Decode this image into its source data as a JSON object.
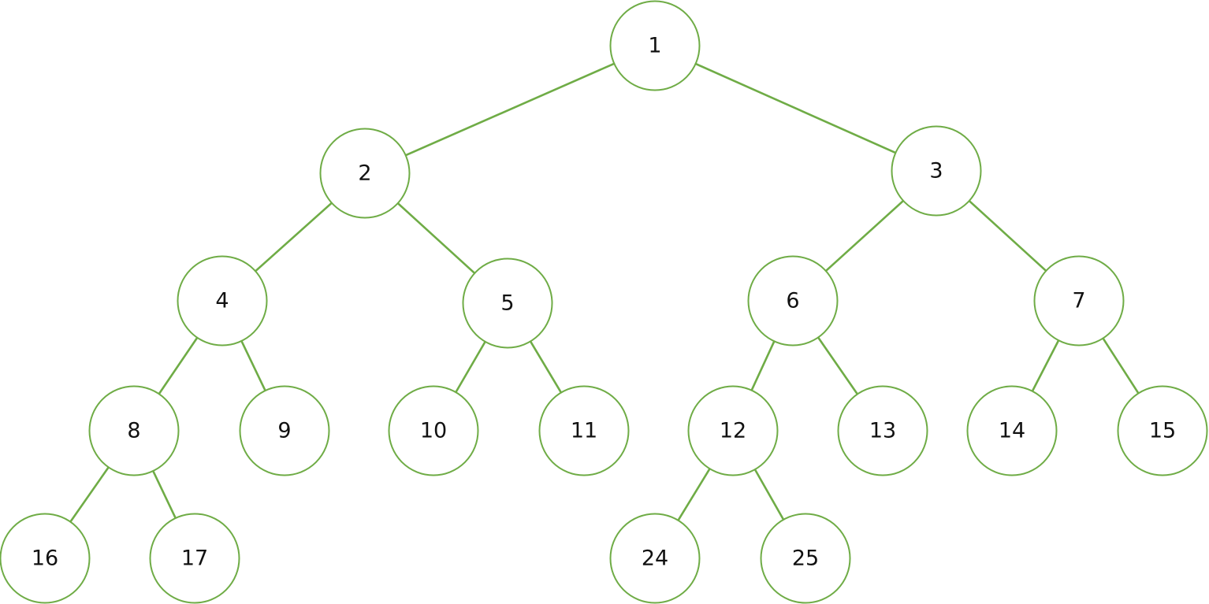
{
  "diagram": {
    "type": "binary-tree",
    "stroke_color": "#6fac46",
    "fill_color": "#ffffff",
    "text_color": "#111111",
    "nodes": [
      {
        "id": "1",
        "label": "1",
        "depth": 0
      },
      {
        "id": "2",
        "label": "2",
        "depth": 1
      },
      {
        "id": "3",
        "label": "3",
        "depth": 1
      },
      {
        "id": "4",
        "label": "4",
        "depth": 2
      },
      {
        "id": "5",
        "label": "5",
        "depth": 2
      },
      {
        "id": "6",
        "label": "6",
        "depth": 2
      },
      {
        "id": "7",
        "label": "7",
        "depth": 2
      },
      {
        "id": "8",
        "label": "8",
        "depth": 3
      },
      {
        "id": "9",
        "label": "9",
        "depth": 3
      },
      {
        "id": "10",
        "label": "10",
        "depth": 3
      },
      {
        "id": "11",
        "label": "11",
        "depth": 3
      },
      {
        "id": "12",
        "label": "12",
        "depth": 3
      },
      {
        "id": "13",
        "label": "13",
        "depth": 3
      },
      {
        "id": "14",
        "label": "14",
        "depth": 3
      },
      {
        "id": "15",
        "label": "15",
        "depth": 3
      },
      {
        "id": "16",
        "label": "16",
        "depth": 4
      },
      {
        "id": "17",
        "label": "17",
        "depth": 4
      },
      {
        "id": "24",
        "label": "24",
        "depth": 4
      },
      {
        "id": "25",
        "label": "25",
        "depth": 4
      }
    ],
    "edges": [
      {
        "from": "1",
        "to": "2"
      },
      {
        "from": "1",
        "to": "3"
      },
      {
        "from": "2",
        "to": "4"
      },
      {
        "from": "2",
        "to": "5"
      },
      {
        "from": "3",
        "to": "6"
      },
      {
        "from": "3",
        "to": "7"
      },
      {
        "from": "4",
        "to": "8"
      },
      {
        "from": "4",
        "to": "9"
      },
      {
        "from": "5",
        "to": "10"
      },
      {
        "from": "5",
        "to": "11"
      },
      {
        "from": "6",
        "to": "12"
      },
      {
        "from": "6",
        "to": "13"
      },
      {
        "from": "7",
        "to": "14"
      },
      {
        "from": "7",
        "to": "15"
      },
      {
        "from": "8",
        "to": "16"
      },
      {
        "from": "8",
        "to": "17"
      },
      {
        "from": "12",
        "to": "24"
      },
      {
        "from": "12",
        "to": "25"
      }
    ]
  }
}
